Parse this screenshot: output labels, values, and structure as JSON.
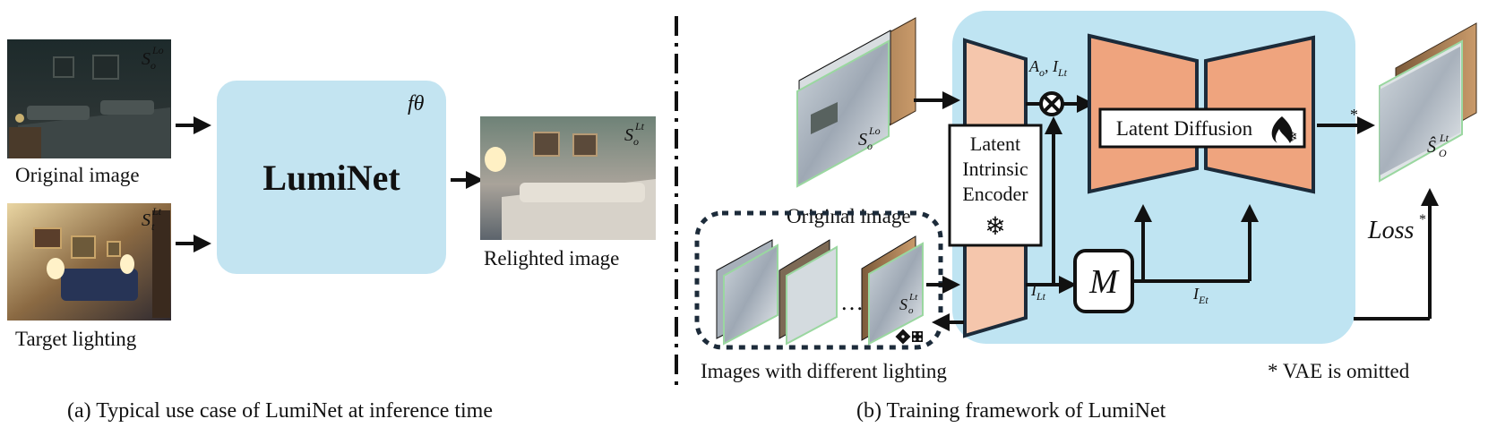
{
  "panel_a": {
    "caption": "(a) Typical use case of LumiNet at inference time",
    "model_name": "LumiNet",
    "param_symbol": "fθ",
    "source_image": {
      "label": "Original image",
      "symbol_main": "S",
      "symbol_sub": "o",
      "symbol_sup": "Lo"
    },
    "target_image": {
      "label": "Target lighting",
      "symbol_main": "S",
      "symbol_sub": "t",
      "symbol_sup": "Lt"
    },
    "output_image": {
      "label": "Relighted image",
      "symbol_main": "S",
      "symbol_sub": "o",
      "symbol_sup": "Lt"
    }
  },
  "panel_b": {
    "caption": "(b) Training framework of LumiNet",
    "original_label": "Original image",
    "original_symbol": {
      "main": "S",
      "sub": "o",
      "sup": "Lo"
    },
    "encoder_lines": [
      "Latent",
      "Intrinsic",
      "Encoder"
    ],
    "diffusion_label": "Latent Diffusion",
    "mlp_label": "M",
    "ao_label": "A",
    "ao_sub": "o",
    "ilt_label": ", I",
    "ilt_sub": "Lt",
    "ilt_bottom": "I",
    "ilt_bottom_sub": "Lt",
    "iet_label": "I",
    "iet_sub": "Et",
    "set_label": "Images with different lighting",
    "set_symbol": {
      "main": "S",
      "sub": "o",
      "sup": "Lt"
    },
    "ellipsis": "…",
    "output_symbol": {
      "main": "Ŝ",
      "sub": "O",
      "sup": "Lt"
    },
    "loss_label": "Loss",
    "loss_star": "*",
    "arrow_star": "*",
    "vae_note": "* VAE  is omitted",
    "snowflake_icon": "❄",
    "flame_icon": "flame-snowflake",
    "colors": {
      "encoder": "#f5c6ac",
      "decoder": "#efa47e",
      "bg": "#bfe4f2",
      "stroke": "#1c2b3a"
    }
  }
}
